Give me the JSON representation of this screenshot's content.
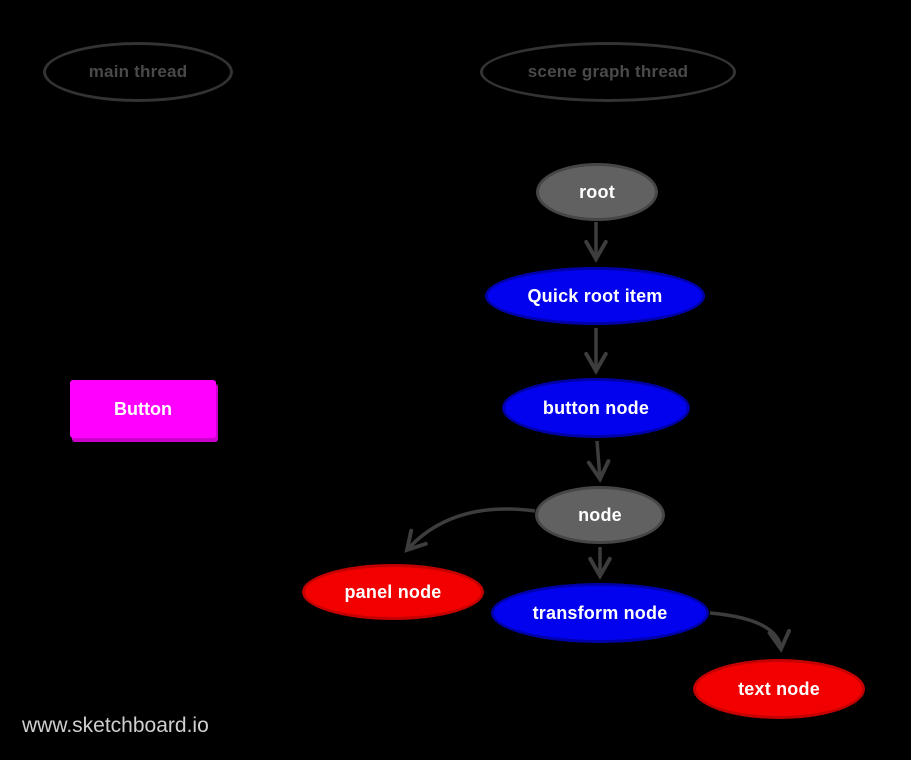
{
  "page": {
    "watermark": "www.sketchboard.io"
  },
  "colors": {
    "background": "#000000",
    "arrow": "#3d3d3d",
    "thread_outline": "#333333",
    "thread_text": "#4a4a4a",
    "gray_node_fill": "#616161",
    "gray_node_border": "#464646",
    "blue_node_fill": "#0202ef",
    "blue_node_border": "#0000aa",
    "red_node_fill": "#f20000",
    "red_node_border": "#c40000",
    "button_fill": "#ff00ff",
    "button_shadow": "#cc00cc",
    "node_text": "#ffffff",
    "watermark_text": "#cfcfcf"
  },
  "diagram": {
    "threads": [
      {
        "id": "main-thread",
        "label": "main thread"
      },
      {
        "id": "scene-graph-thread",
        "label": "scene graph thread"
      }
    ],
    "button": {
      "label": "Button"
    },
    "nodes": [
      {
        "id": "root",
        "label": "root",
        "color": "gray"
      },
      {
        "id": "quick-root-item",
        "label": "Quick root item",
        "color": "blue"
      },
      {
        "id": "button-node",
        "label": "button node",
        "color": "blue"
      },
      {
        "id": "node",
        "label": "node",
        "color": "gray"
      },
      {
        "id": "panel-node",
        "label": "panel node",
        "color": "red"
      },
      {
        "id": "transform-node",
        "label": "transform node",
        "color": "blue"
      },
      {
        "id": "text-node",
        "label": "text node",
        "color": "red"
      }
    ],
    "edges": [
      {
        "from": "root",
        "to": "quick-root-item"
      },
      {
        "from": "quick-root-item",
        "to": "button-node"
      },
      {
        "from": "button-node",
        "to": "node"
      },
      {
        "from": "node",
        "to": "panel-node"
      },
      {
        "from": "node",
        "to": "transform-node"
      },
      {
        "from": "transform-node",
        "to": "text-node"
      }
    ]
  }
}
